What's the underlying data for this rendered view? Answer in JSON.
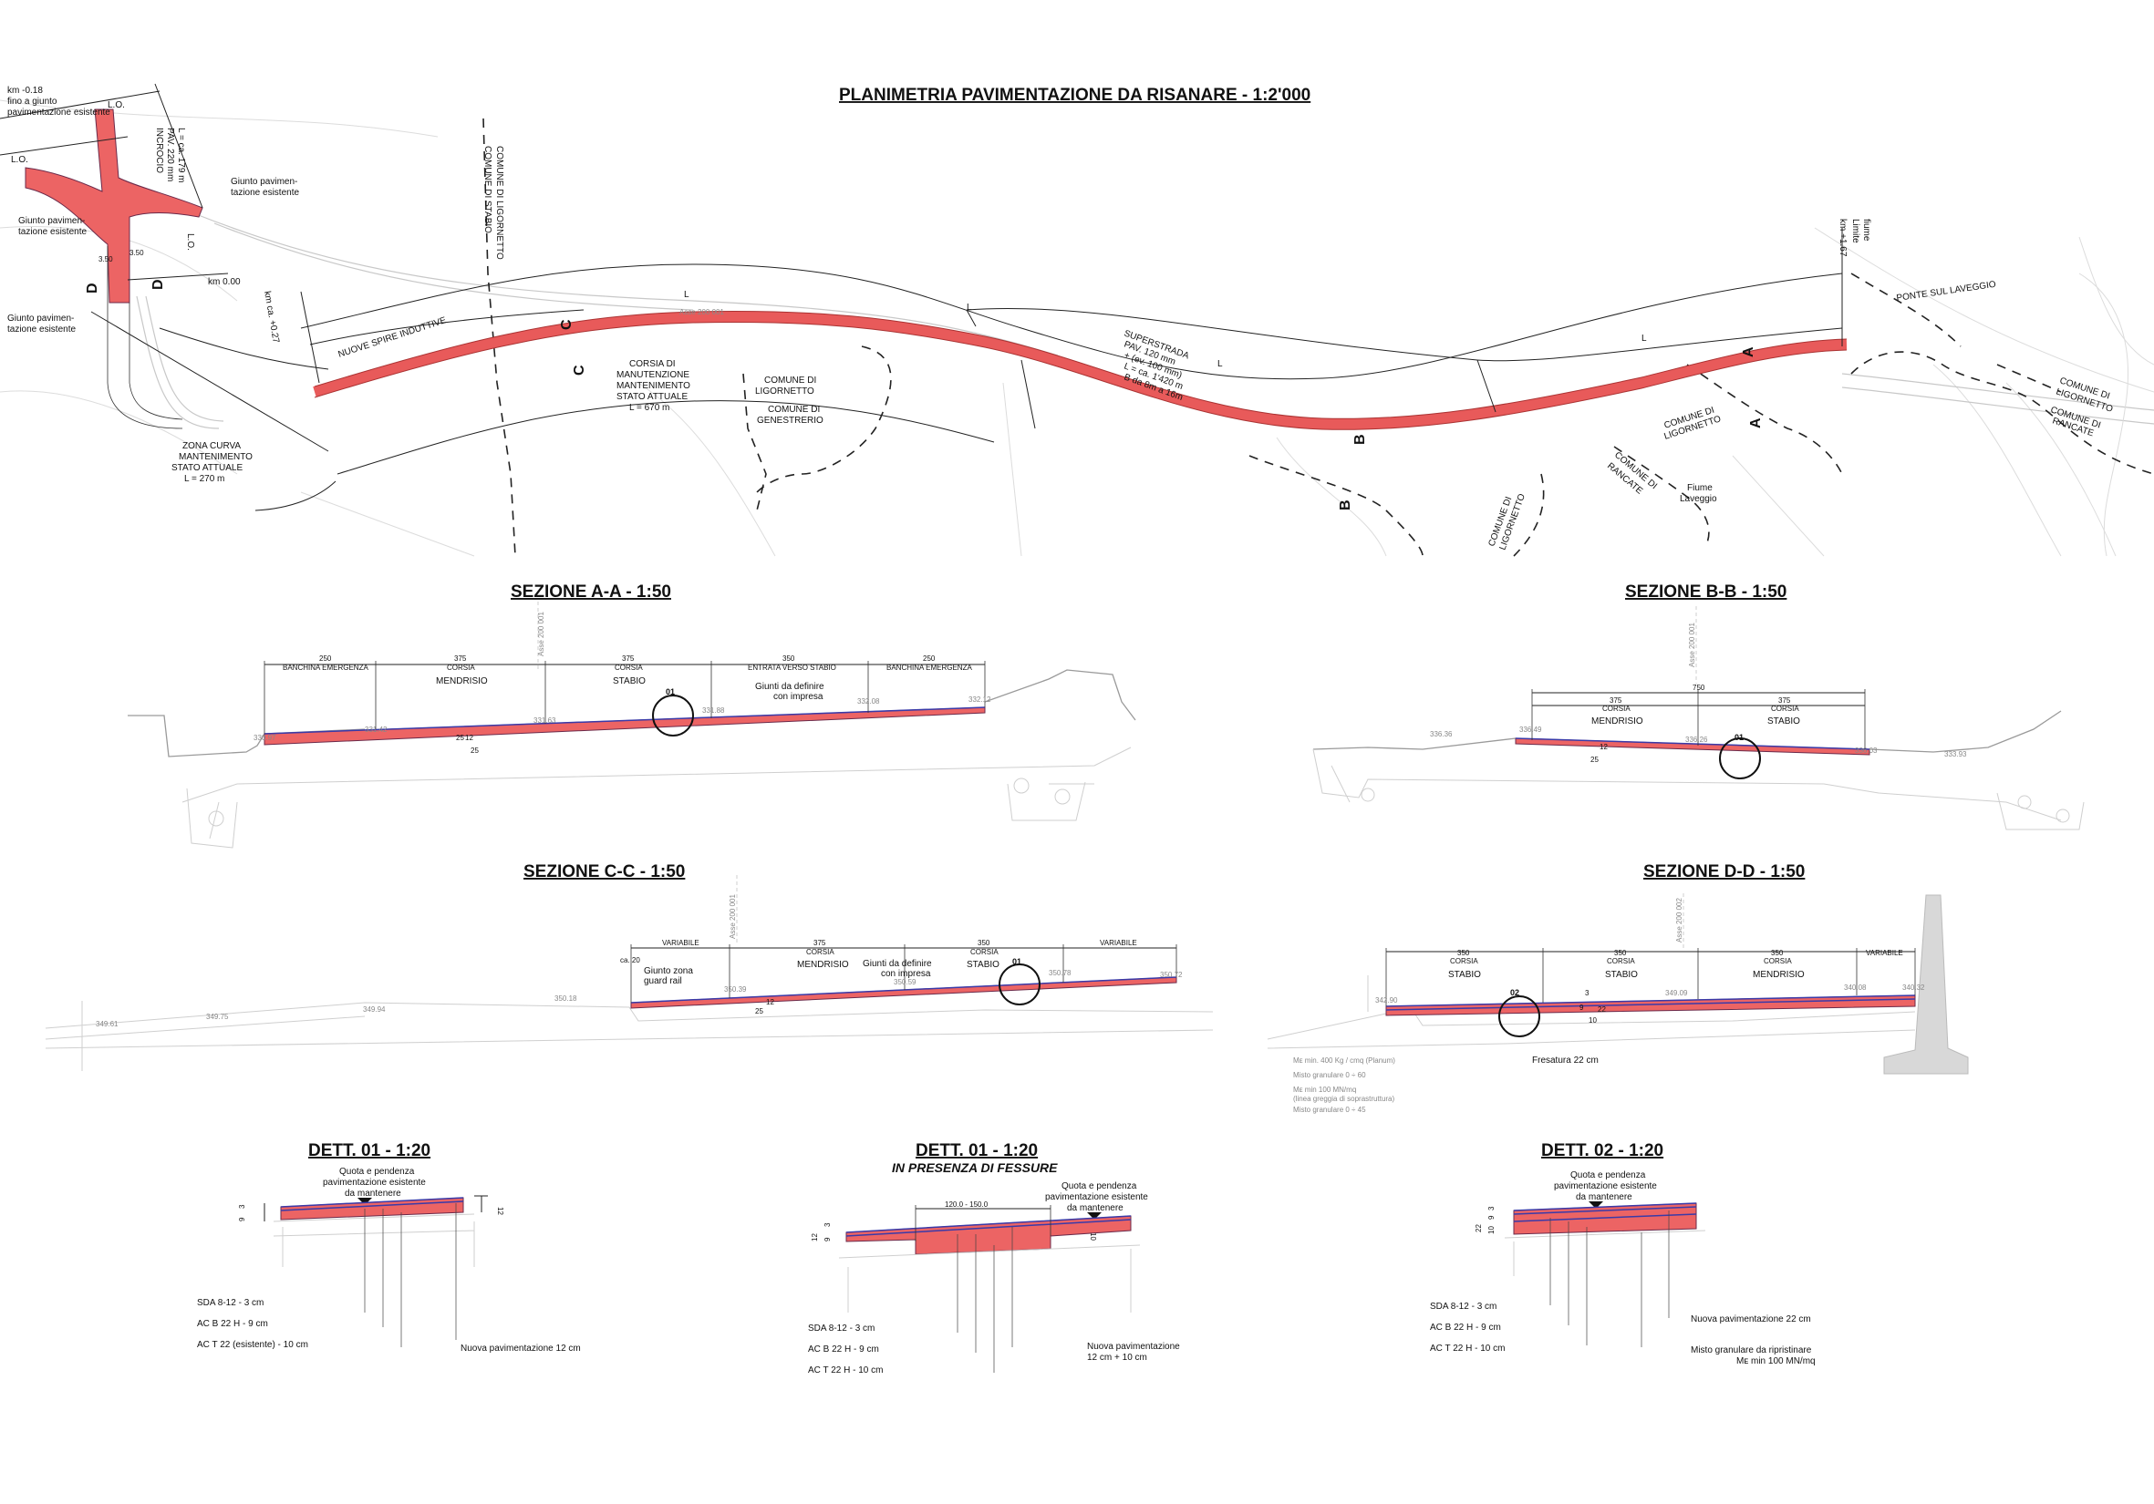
{
  "titles": {
    "plan": "PLANIMETRIA PAVIMENTAZIONE DA RISANARE - 1:2'000",
    "aa": "SEZIONE A-A - 1:50",
    "bb": "SEZIONE B-B - 1:50",
    "cc": "SEZIONE C-C - 1:50",
    "dd": "SEZIONE D-D - 1:50",
    "det1": "DETT. 01 - 1:20",
    "det1b": "DETT. 01 - 1:20",
    "det1b_sub": "IN PRESENZA DI FESSURE",
    "det2": "DETT. 02 - 1:20"
  },
  "plan": {
    "km_start_1": "km -0.18",
    "km_start_2": "fino a giunto",
    "km_start_3": "pavimentazione esistente",
    "lo_top": "L.O.",
    "lo_left": "L.O.",
    "lo_right": "L.O.",
    "incrocio_1": "INCROCIO",
    "incrocio_2": "PAV. 220 mm",
    "incrocio_3": "L = ca. 179 m",
    "giunto_right_1": "Giunto pavimen-",
    "giunto_right_2": "tazione esistente",
    "giunto_left_1": "Giunto pavimen-",
    "giunto_left_2": "tazione esistente",
    "giunto_bottom_1": "Giunto pavimen-",
    "giunto_bottom_2": "tazione esistente",
    "km_000": "km 0.00",
    "km_027": "km ca. +0.27",
    "km_end": "km +1.67",
    "limite_1": "Limite",
    "limite_2": "fiume",
    "w350a": "3.50",
    "w350b": "3.50",
    "spire": "NUOVE SPIRE INDUTTIVE",
    "zona_1": "ZONA CURVA",
    "zona_2": "MANTENIMENTO",
    "zona_3": "STATO ATTUALE",
    "zona_4": "L = 270 m",
    "corsia_1": "CORSIA DI",
    "corsia_2": "MANUTENZIONE",
    "corsia_3": "MANTENIMENTO",
    "corsia_4": "STATO ATTUALE",
    "corsia_5": "L = 670 m",
    "super_1": "SUPERSTRADA",
    "super_2": "PAV. 120 mm",
    "super_3": "+ (ev. 100 mm)",
    "super_4": "L = ca. 1'420 m",
    "super_5": "B da 8m a 16m",
    "comune_lig": "COMUNE DI LIGORNETTO",
    "comune_stabio": "COMUNE DI STABIO",
    "comune_lig2": "COMUNE DI",
    "comune_lig2b": "LIGORNETTO",
    "comune_gen": "COMUNE DI",
    "comune_genb": "GENESTRERIO",
    "comune_lig3": "COMUNE DI",
    "comune_lig3b": "LIGORNETTO",
    "comune_ran": "COMUNE DI",
    "comune_ranb": "RANCATE",
    "comune_lig4": "COMUNE DI",
    "comune_lig4b": "LIGORNETTO",
    "comune_lig5": "COMUNE DI",
    "comune_lig5b": "LIGORNETTO",
    "comune_ran2": "COMUNE DI",
    "comune_ran2b": "RANCATE",
    "fiume_1": "Fiume",
    "fiume_2": "Laveggio",
    "ponte": "PONTE SUL LAVEGGIO",
    "asse": "Asse 200 001",
    "mark_a": "A",
    "mark_b": "B",
    "mark_c": "C",
    "mark_d": "D",
    "L": "L"
  },
  "sec_aa": {
    "d1": "250",
    "d1b": "BANCHINA EMERGENZA",
    "d2": "375",
    "d2b": "CORSIA",
    "d2c": "MENDRISIO",
    "d3": "375",
    "d3b": "CORSIA",
    "d3c": "STABIO",
    "d4": "350",
    "d4b": "ENTRATA VERSO STABIO",
    "d5": "250",
    "d5b": "BANCHINA EMERGENZA",
    "note_1": "Giunti da definire",
    "note_2": "con impresa",
    "det": "01",
    "asse": "Asse 200 001",
    "e1": "330.97",
    "e2": "331.42",
    "e3": "331.63",
    "e4": "331.88",
    "e5": "332.08",
    "e6": "332.12",
    "t1": "25",
    "t2": "12",
    "t3": "25"
  },
  "sec_bb": {
    "total": "750",
    "d1": "375",
    "d1b": "CORSIA",
    "d1c": "MENDRISIO",
    "d2": "375",
    "d2b": "CORSIA",
    "d2c": "STABIO",
    "det": "01",
    "asse": "Asse 200 001",
    "e0": "336.36",
    "e1": "336.49",
    "e2": "336.26",
    "e3": "336.03",
    "e4": "333.93",
    "t1": "25",
    "t2": "12"
  },
  "sec_cc": {
    "d1": "VARIABILE",
    "d1b": "ca. 20",
    "d2": "375",
    "d2b": "CORSIA",
    "d2c": "MENDRISIO",
    "d3": "350",
    "d3b": "CORSIA",
    "d3c": "STABIO",
    "d4": "VARIABILE",
    "note1_1": "Giunto zona",
    "note1_2": "guard rail",
    "note2_1": "Giunti da definire",
    "note2_2": "con impresa",
    "det": "01",
    "asse": "Asse 200 001",
    "e1": "349.61",
    "e2": "349.75",
    "e3": "349.94",
    "e4": "350.18",
    "e5": "350.39",
    "e6": "350.59",
    "e7": "350.78",
    "e8": "350.72",
    "t1": "25",
    "t2": "12"
  },
  "sec_dd": {
    "d1": "350",
    "d1b": "CORSIA",
    "d1c": "STABIO",
    "d2": "350",
    "d2b": "CORSIA",
    "d2c": "STABIO",
    "d3": "350",
    "d3b": "CORSIA",
    "d3c": "MENDRISIO",
    "d4": "VARIABILE",
    "det": "02",
    "asse": "Asse 200 002",
    "e1": "342.90",
    "e2": "349.09",
    "e3": "340.08",
    "e4": "340.32",
    "fres": "Fresatura 22 cm",
    "n1": "Mᴇ min. 400 Kg / cmq (Planum)",
    "n2": "Misto granulare 0 ÷ 60",
    "n3": "Mᴇ min 100 MN/mq",
    "n4": "(linea greggia di soprastruttura)",
    "n5": "Misto granulare 0 ÷ 45",
    "t1": "3",
    "t2": "10",
    "t3": "22",
    "t4": "9"
  },
  "det1": {
    "top_1": "Quota e pendenza",
    "top_2": "pavimentazione esistente",
    "top_3": "da mantenere",
    "l1": "SDA 8-12 - 3 cm",
    "l2": "AC B 22 H - 9 cm",
    "l3": "AC T 22 (esistente) - 10 cm",
    "r1": "Nuova pavimentazione 12 cm",
    "t3": "3",
    "t9": "9",
    "t12": "12"
  },
  "det1b": {
    "top_1": "Quota e pendenza",
    "top_2": "pavimentazione esistente",
    "top_3": "da mantenere",
    "w": "120.0 - 150.0",
    "l1": "SDA 8-12 - 3 cm",
    "l2": "AC B 22 H - 9 cm",
    "l3": "AC T 22 H - 10 cm",
    "r1": "Nuova pavimentazione",
    "r2": "12 cm + 10 cm",
    "t3": "3",
    "t9": "9",
    "t12": "12",
    "t10": "10"
  },
  "det2": {
    "top_1": "Quota e pendenza",
    "top_2": "pavimentazione esistente",
    "top_3": "da mantenere",
    "l1": "SDA 8-12 - 3 cm",
    "l2": "AC B 22 H - 9 cm",
    "l3": "AC T 22 H - 10 cm",
    "r1": "Nuova pavimentazione 22 cm",
    "r2": "Misto granulare da ripristinare",
    "r3": "Mᴇ min 100 MN/mq",
    "t22": "22",
    "t10": "10",
    "t9": "9",
    "t3": "3"
  },
  "colors": {
    "pavement": "#ec6464",
    "pavement_edge": "#6b2a4a",
    "wearing": "#3a3aa8"
  }
}
